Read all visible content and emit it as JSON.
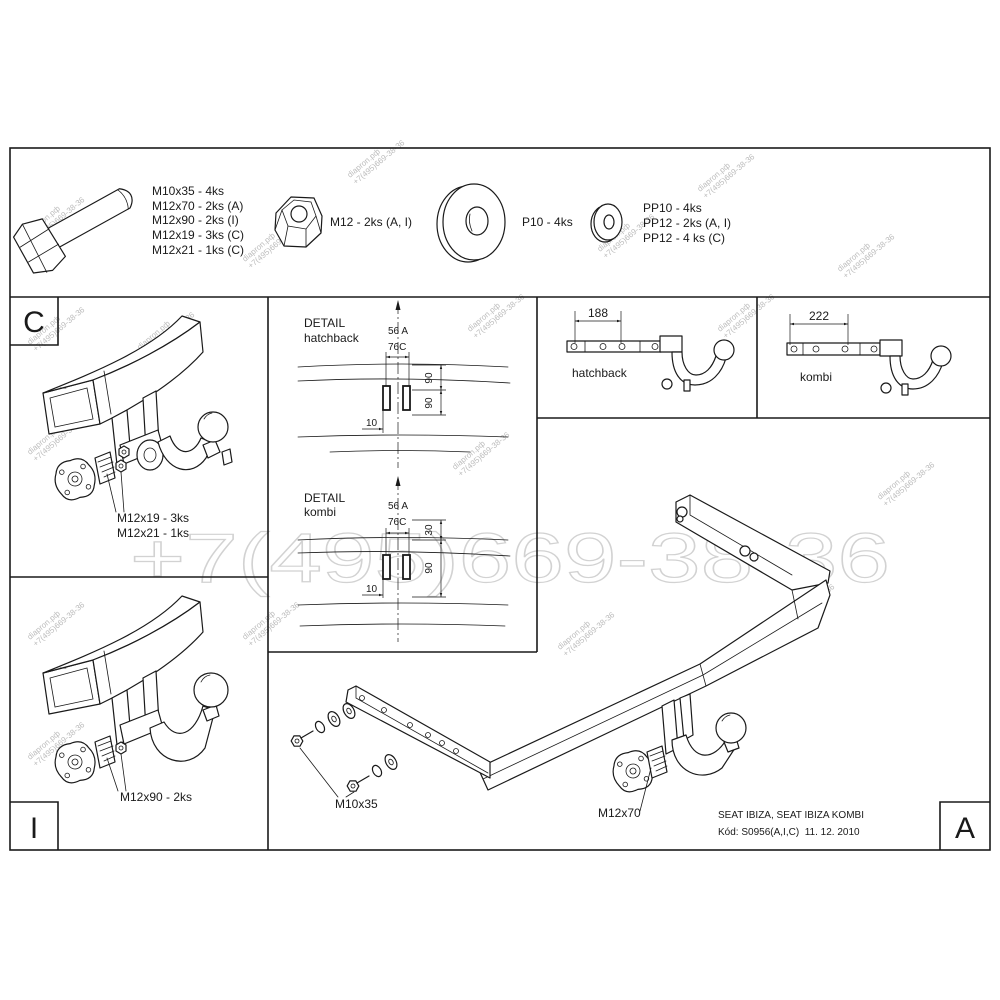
{
  "parts": {
    "bolt_labels": [
      "M10x35 - 4ks",
      "M12x70 - 2ks (A)",
      "M12x90 - 2ks (I)",
      "M12x19 - 3ks (C)",
      "M12x21 - 1ks (C)"
    ],
    "nut_label": "M12 - 2ks (A, I)",
    "washer_label": "P10 - 4ks",
    "spring_washer_labels": [
      "PP10 - 4ks",
      "PP12 - 2ks (A, I)",
      "PP12 - 4 ks (C)"
    ]
  },
  "panel_c": {
    "letter": "C",
    "labels": [
      "M12x19 - 3ks",
      "M12x21 - 1ks"
    ]
  },
  "panel_i": {
    "letter": "I",
    "label": "M12x90 - 2ks"
  },
  "detail_hatchback": {
    "title": "DETAIL",
    "variant": "hatchback",
    "dim_a": "56 A",
    "dim_c": "76C",
    "dim_upper": "90",
    "dim_lower": "90",
    "dim_offset": "10"
  },
  "detail_kombi": {
    "title": "DETAIL",
    "variant": "kombi",
    "dim_a": "56 A",
    "dim_c": "76C",
    "dim_upper": "30",
    "dim_lower": "90",
    "dim_offset": "10"
  },
  "view_hatchback": {
    "dimension": "188",
    "label": "hatchback"
  },
  "view_kombi": {
    "dimension": "222",
    "label": "kombi"
  },
  "panel_a": {
    "letter": "A",
    "bolt_label": "M10x35",
    "bolt_label_2": "M12x70",
    "vehicle": "SEAT IBIZA, SEAT IBIZA KOMBI",
    "code": "Kód: S0956(A,I,C)  11. 12. 2010"
  },
  "watermark": {
    "site": "diapron.рф",
    "phone": "+7(495)669-38-36"
  }
}
